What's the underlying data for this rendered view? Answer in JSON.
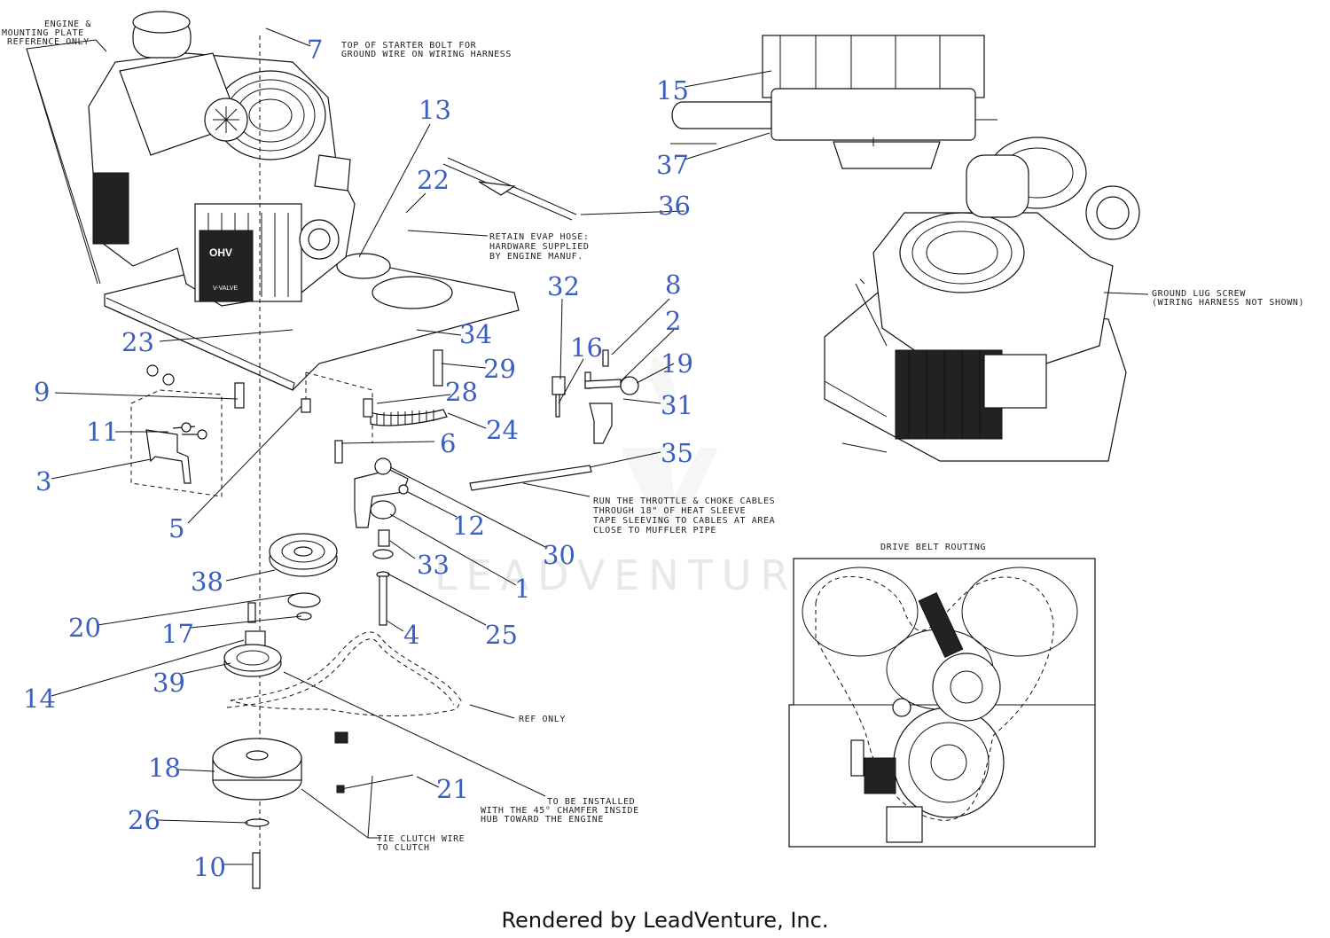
{
  "callouts": [
    "7",
    "13",
    "22",
    "36",
    "15",
    "37",
    "32",
    "8",
    "2",
    "16",
    "19",
    "31",
    "23",
    "34",
    "29",
    "9",
    "28",
    "24",
    "11",
    "6",
    "35",
    "3",
    "12",
    "30",
    "5",
    "33",
    "1",
    "38",
    "25",
    "20",
    "17",
    "4",
    "14",
    "39",
    "21",
    "18",
    "26",
    "10"
  ],
  "notes": {
    "engine_ref": [
      "ENGINE &",
      "MOUNTING PLATE",
      "REFERENCE ONLY"
    ],
    "starter_bolt": [
      "TOP OF STARTER BOLT FOR",
      "GROUND WIRE ON WIRING HARNESS"
    ],
    "evap_hose": [
      "RETAIN EVAP HOSE:",
      "HARDWARE SUPPLIED",
      "BY ENGINE MANUF."
    ],
    "ground_lug": [
      "GROUND LUG SCREW",
      "(WIRING HARNESS NOT SHOWN)"
    ],
    "throttle": [
      "RUN THE THROTTLE & CHOKE CABLES",
      "THROUGH 18\" OF HEAT SLEEVE",
      "TAPE SLEEVING TO CABLES AT AREA",
      "CLOSE TO MUFFLER PIPE"
    ],
    "belt_routing": "DRIVE BELT ROUTING",
    "ref_only": "REF ONLY",
    "install": [
      "TO BE INSTALLED",
      "WITH THE 45° CHAMFER INSIDE",
      "HUB TOWARD THE ENGINE"
    ],
    "tie_clutch": [
      "TIE CLUTCH WIRE",
      "TO CLUTCH"
    ]
  },
  "engine_badges": {
    "ohv": "OHV",
    "valve": "V-VALVE"
  },
  "watermark": "LEADVENTURE",
  "footer": "Rendered by LeadVenture, Inc."
}
